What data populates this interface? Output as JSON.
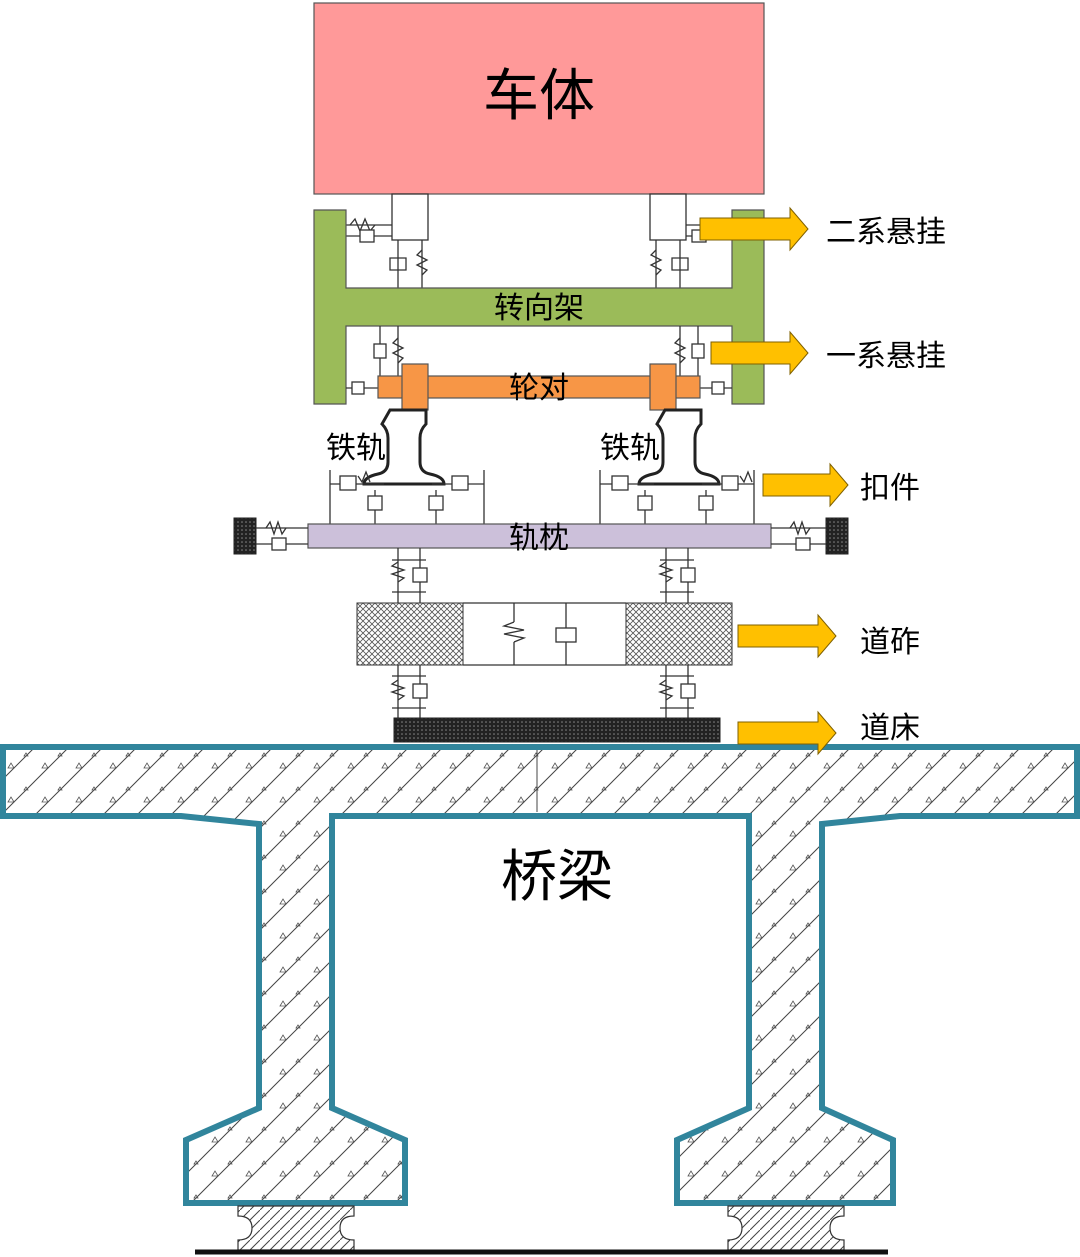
{
  "labels": {
    "car_body": "车体",
    "bogie": "转向架",
    "wheelset": "轮对",
    "rail_left": "铁轨",
    "rail_right": "铁轨",
    "sleeper": "轨枕",
    "bridge": "桥梁"
  },
  "callouts": {
    "secondary_suspension": "二系悬挂",
    "primary_suspension": "一系悬挂",
    "fastener": "扣件",
    "ballast": "道砟",
    "track_bed": "道床"
  },
  "colors": {
    "car_body": "#ff9999",
    "bogie": "#9bbb59",
    "wheelset": "#f79646",
    "sleeper": "#ccc0da",
    "arrow": "#ffc000",
    "bridge_outline": "#31859c",
    "ballast_hatch": "#555555"
  }
}
